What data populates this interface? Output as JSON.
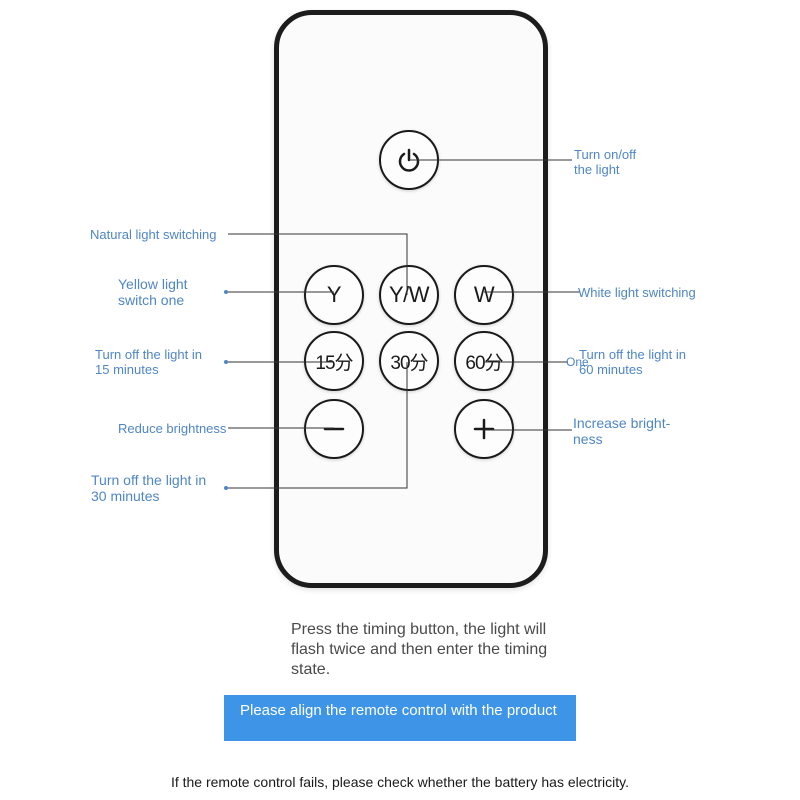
{
  "remote": {
    "buttons": {
      "power": {
        "icon": "power-icon"
      },
      "yellow": {
        "label": "Y"
      },
      "mix": {
        "label": "Y/W"
      },
      "white": {
        "label": "W"
      },
      "timer15": {
        "label": "15分"
      },
      "timer30": {
        "label": "30分"
      },
      "timer60": {
        "label": "60分"
      },
      "minus": {
        "icon": "minus-icon"
      },
      "plus": {
        "icon": "plus-icon"
      }
    }
  },
  "annotations": {
    "power": [
      "Turn on/off",
      "the light"
    ],
    "natural": "Natural light switching",
    "yellow": [
      "Yellow light",
      "switch one"
    ],
    "white": "White light switching",
    "timer15": [
      "Turn off the light in",
      "15 minutes"
    ],
    "timer60_prefix": "One",
    "timer60": [
      "Turn off the light in",
      "60 minutes"
    ],
    "reduce": "Reduce brightness",
    "increase": [
      "Increase bright-",
      "ness"
    ],
    "timer30": [
      "Turn off the light in",
      "30 minutes"
    ]
  },
  "note": "Press the timing button, the light will flash twice and then enter the timing state.",
  "banner": "Please align the remote control with the product",
  "footer": "If the remote control fails, please check whether the battery has electricity.",
  "colors": {
    "annotation": "#4f86c6",
    "banner": "#3e95e8",
    "remote_border": "#1c1c1c"
  }
}
